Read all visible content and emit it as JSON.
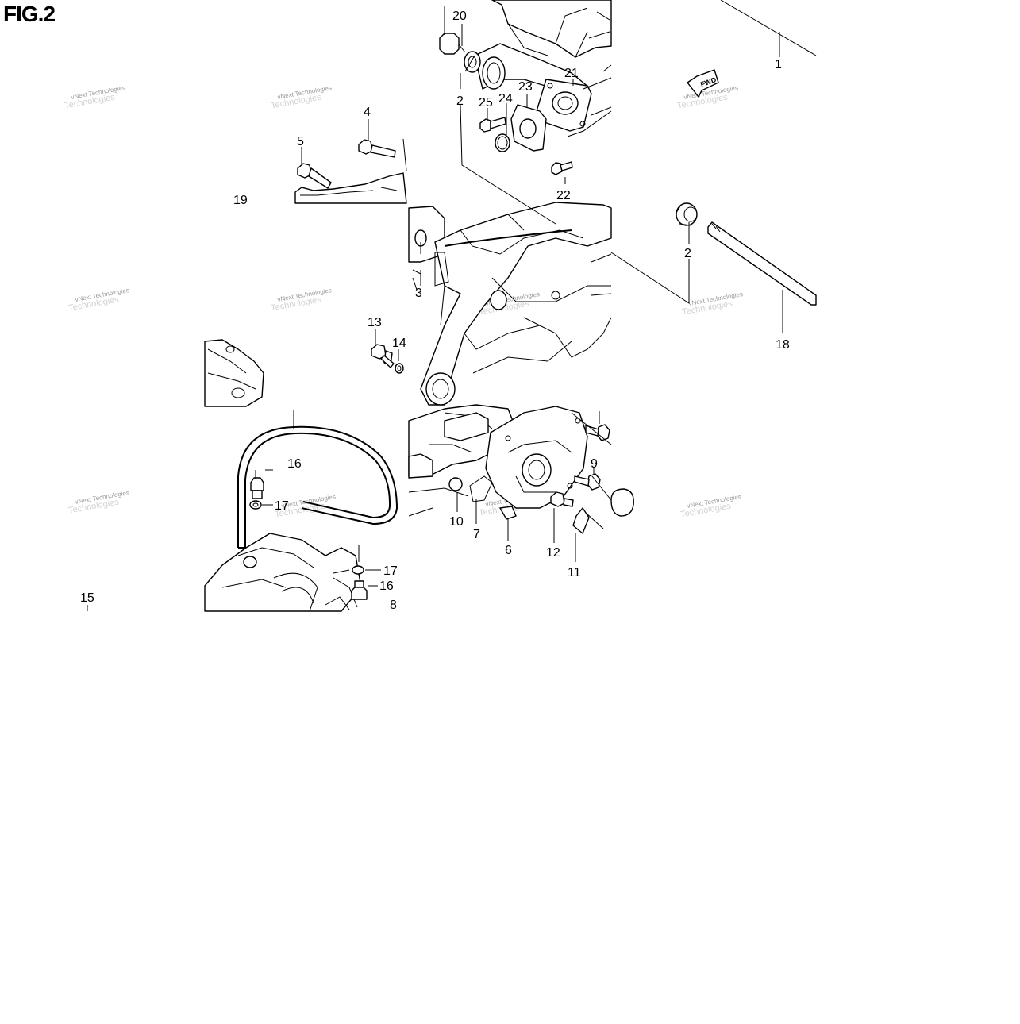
{
  "figure": {
    "title": "FIG.2"
  },
  "callouts": [
    {
      "id": "c1",
      "text": "1"
    },
    {
      "id": "c2a",
      "text": "2"
    },
    {
      "id": "c2b",
      "text": "2"
    },
    {
      "id": "c3",
      "text": "3"
    },
    {
      "id": "c4",
      "text": "4"
    },
    {
      "id": "c5",
      "text": "5"
    },
    {
      "id": "c6",
      "text": "6"
    },
    {
      "id": "c7",
      "text": "7"
    },
    {
      "id": "c8",
      "text": "8"
    },
    {
      "id": "c9",
      "text": "9"
    },
    {
      "id": "c10",
      "text": "10"
    },
    {
      "id": "c11",
      "text": "11"
    },
    {
      "id": "c12",
      "text": "12"
    },
    {
      "id": "c13",
      "text": "13"
    },
    {
      "id": "c14",
      "text": "14"
    },
    {
      "id": "c15",
      "text": "15"
    },
    {
      "id": "c16a",
      "text": "16"
    },
    {
      "id": "c16b",
      "text": "16"
    },
    {
      "id": "c17a",
      "text": "17"
    },
    {
      "id": "c17b",
      "text": "17"
    },
    {
      "id": "c18",
      "text": "18"
    },
    {
      "id": "c19",
      "text": "19"
    },
    {
      "id": "c20",
      "text": "20"
    },
    {
      "id": "c21",
      "text": "21"
    },
    {
      "id": "c22",
      "text": "22"
    },
    {
      "id": "c23",
      "text": "23"
    },
    {
      "id": "c24",
      "text": "24"
    },
    {
      "id": "c25",
      "text": "25"
    }
  ],
  "direction_badge": {
    "text": "FWD"
  },
  "watermark": {
    "line1": "vNext Technologies",
    "line2": "Technologies"
  },
  "colors": {
    "ink": "#000000",
    "background": "#ffffff",
    "watermark": "#9a9a9a"
  }
}
